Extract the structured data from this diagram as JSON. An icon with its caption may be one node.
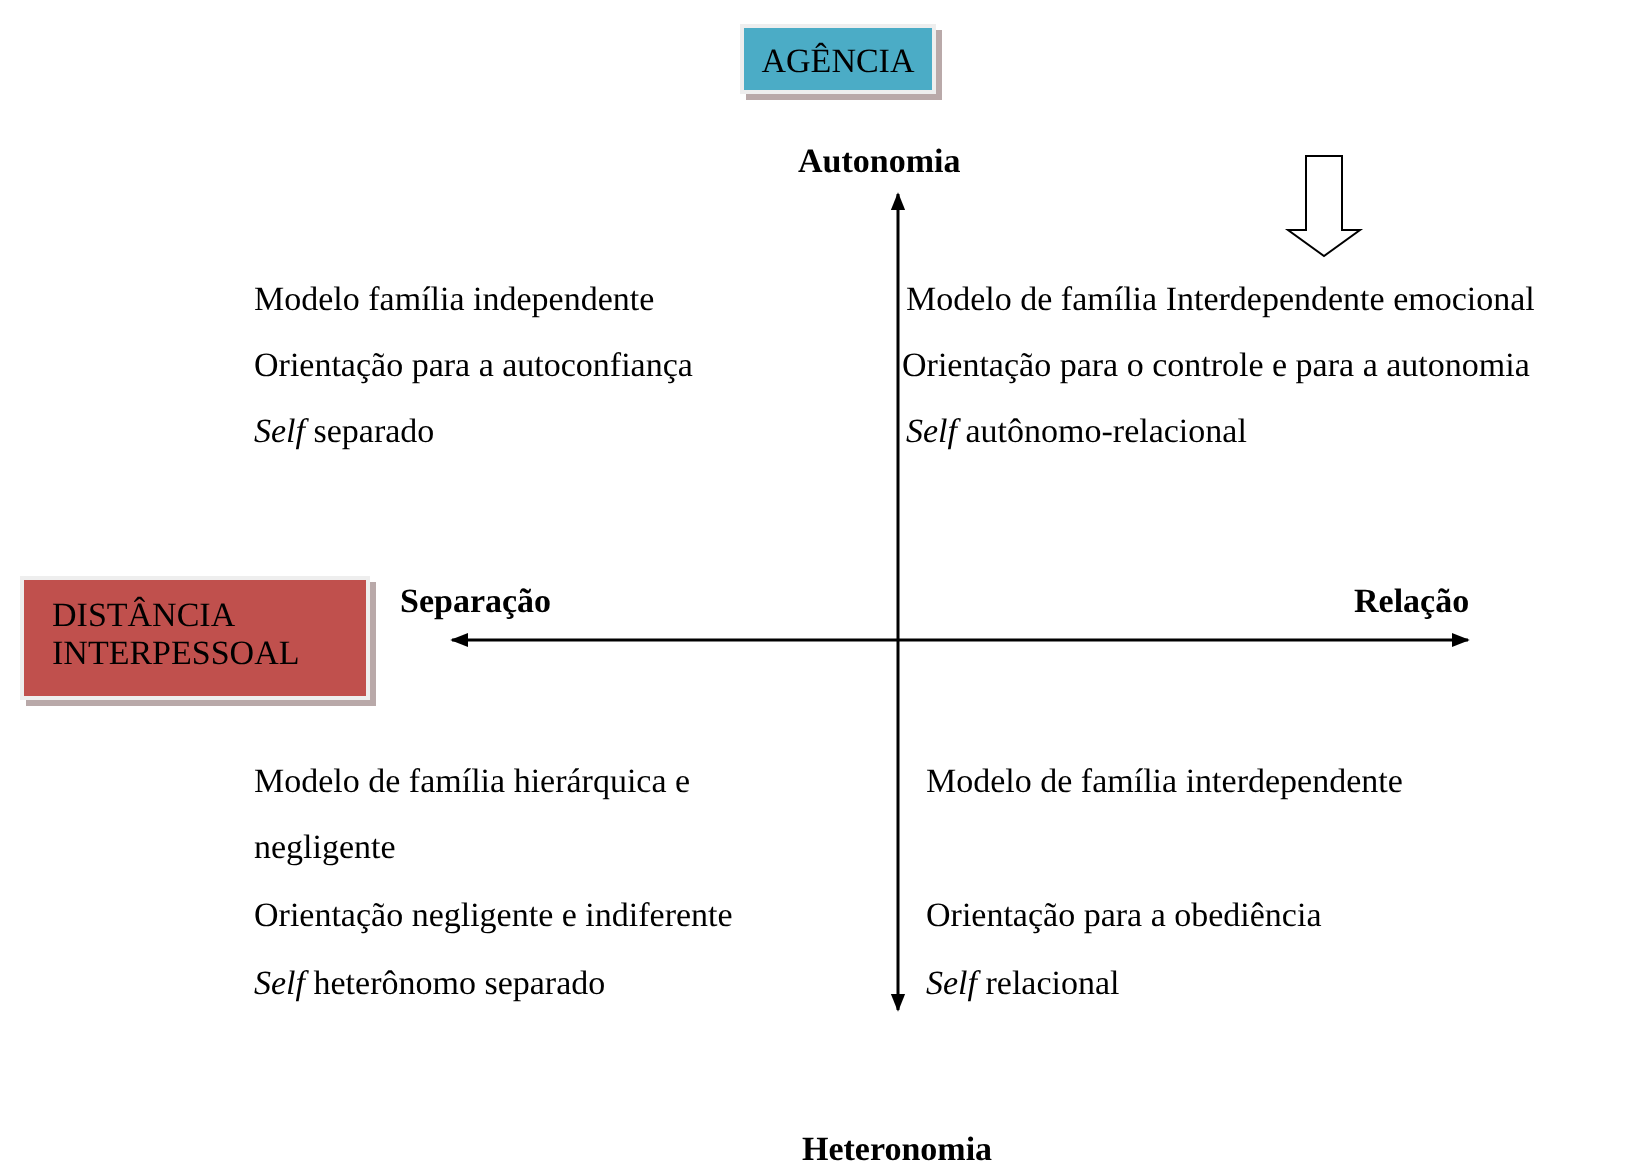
{
  "diagram": {
    "nodes": [
      {
        "text": [
          "AGÊNCIA"
        ]
      },
      {
        "text": [
          "DISTÂNCIA INTERPESSOAL"
        ]
      }
    ],
    "labels": [
      "Autonomia",
      "Modelo família independente",
      "Modelo de família Interdependente emocional",
      "Orientação para a autoconfiança",
      "Orientação para o controle e para a autonomia",
      "*Self* separado",
      "*Self* autônomo-relacional",
      "Separação",
      "Relação",
      "Modelo de família hierárquica e negligente",
      "Modelo de família interdependente",
      "Orientação negligente e indiferente",
      "Orientação para a obediência",
      "*Self* heterônomo separado",
      "*Self* relacional",
      "Heteronomia"
    ]
  }
}
